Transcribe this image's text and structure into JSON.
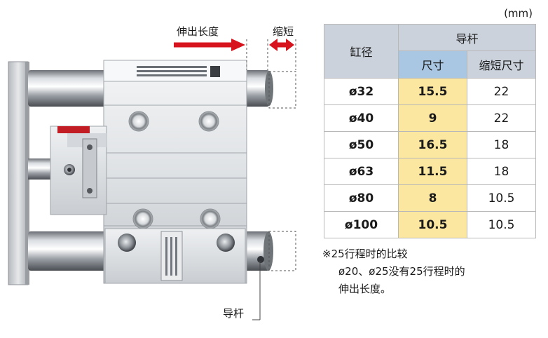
{
  "unit": "(mm)",
  "labels": {
    "extension": "伸出长度",
    "retraction": "缩短",
    "guide_rod": "导杆"
  },
  "table": {
    "col_bore": "缸径",
    "group_header": "导杆",
    "col_size": "尺寸",
    "col_shortened": "缩短尺寸",
    "rows": [
      {
        "bore": "ø32",
        "size": "15.5",
        "shortened": "22"
      },
      {
        "bore": "ø40",
        "size": "9",
        "shortened": "22"
      },
      {
        "bore": "ø50",
        "size": "16.5",
        "shortened": "18"
      },
      {
        "bore": "ø63",
        "size": "11.5",
        "shortened": "18"
      },
      {
        "bore": "ø80",
        "size": "8",
        "shortened": "10.5"
      },
      {
        "bore": "ø100",
        "size": "10.5",
        "shortened": "10.5"
      }
    ]
  },
  "note": {
    "line1": "※25行程时的比较",
    "line2": "ø20、ø25没有25行程时的",
    "line3": "伸出长度。"
  },
  "colors": {
    "header": "#cbd2dc",
    "header_highlight": "#a9c7e2",
    "size_highlight": "#fbe7a0",
    "arrow_red": "#d7131d"
  }
}
